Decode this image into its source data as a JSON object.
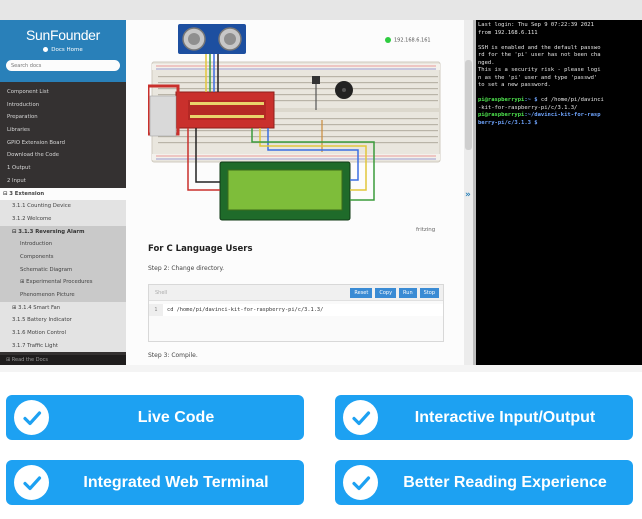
{
  "sidebar": {
    "logo": "SunFounder",
    "home_link": "Docs Home",
    "search_placeholder": "Search docs",
    "items": [
      "Component List",
      "Introduction",
      "Preparation",
      "Libraries",
      "GPIO Extension Board",
      "Download the Code",
      "1 Output",
      "2 Input",
      "⊟ 3 Extension",
      "3.1.1 Counting Device",
      "3.1.2 Welcome",
      "⊟ 3.1.3 Reversing Alarm",
      "Introduction",
      "Components",
      "Schematic Diagram",
      "⊞ Experimental Procedures",
      "Phenomenon Picture",
      "⊞ 3.1.4 Smart Fan",
      "3.1.5 Battery Indicator",
      "3.1.6 Motion Control",
      "3.1.7 Traffic Light"
    ],
    "footer": "⊞ Read the Docs"
  },
  "doc": {
    "ip_address": "192.168.6.161",
    "fritzing_label": "fritzing",
    "section_title": "For C Language Users",
    "step2": "Step 2: Change directory.",
    "step3": "Step 3: Compile.",
    "code_lang": "Shell",
    "code_buttons": [
      "Reset",
      "Copy",
      "Run",
      "Stop"
    ],
    "code_line_number": "1",
    "code_text": "cd /home/pi/davinci-kit-for-raspberry-pi/c/3.1.3/"
  },
  "splitter_arrows": "»",
  "terminal": {
    "lines": [
      "Last login: Thu Sep  9 07:22:39 2021",
      "from 192.168.6.111",
      "",
      "SSH is enabled and the default passwo",
      "rd for the 'pi' user has not been cha",
      "nged.",
      "This is a security risk - please logi",
      "n as the 'pi' user and type 'passwd'",
      "to set a new password.",
      ""
    ],
    "prompt1_user": "pi@raspberrypi",
    "prompt1_path": ":~ $",
    "prompt1_cmd": " cd /home/pi/davinci",
    "prompt1_wrap": "-kit-for-raspberry-pi/c/3.1.3/",
    "prompt2_user": "pi@raspberrypi",
    "prompt2_path": ":~/davinci-kit-for-rasp",
    "prompt2_wrap": "berry-pi/c/3.1.3 $"
  },
  "features": [
    {
      "label": "Live Code"
    },
    {
      "label": "Interactive Input/Output"
    },
    {
      "label": "Integrated Web Terminal"
    },
    {
      "label": "Better Reading Experience"
    }
  ],
  "colors": {
    "accent": "#1da1f2",
    "sidebar_bg": "#343131",
    "sidebar_head": "#2980b9",
    "terminal_bg": "#000000",
    "terminal_prompt": "#4ee44e"
  }
}
